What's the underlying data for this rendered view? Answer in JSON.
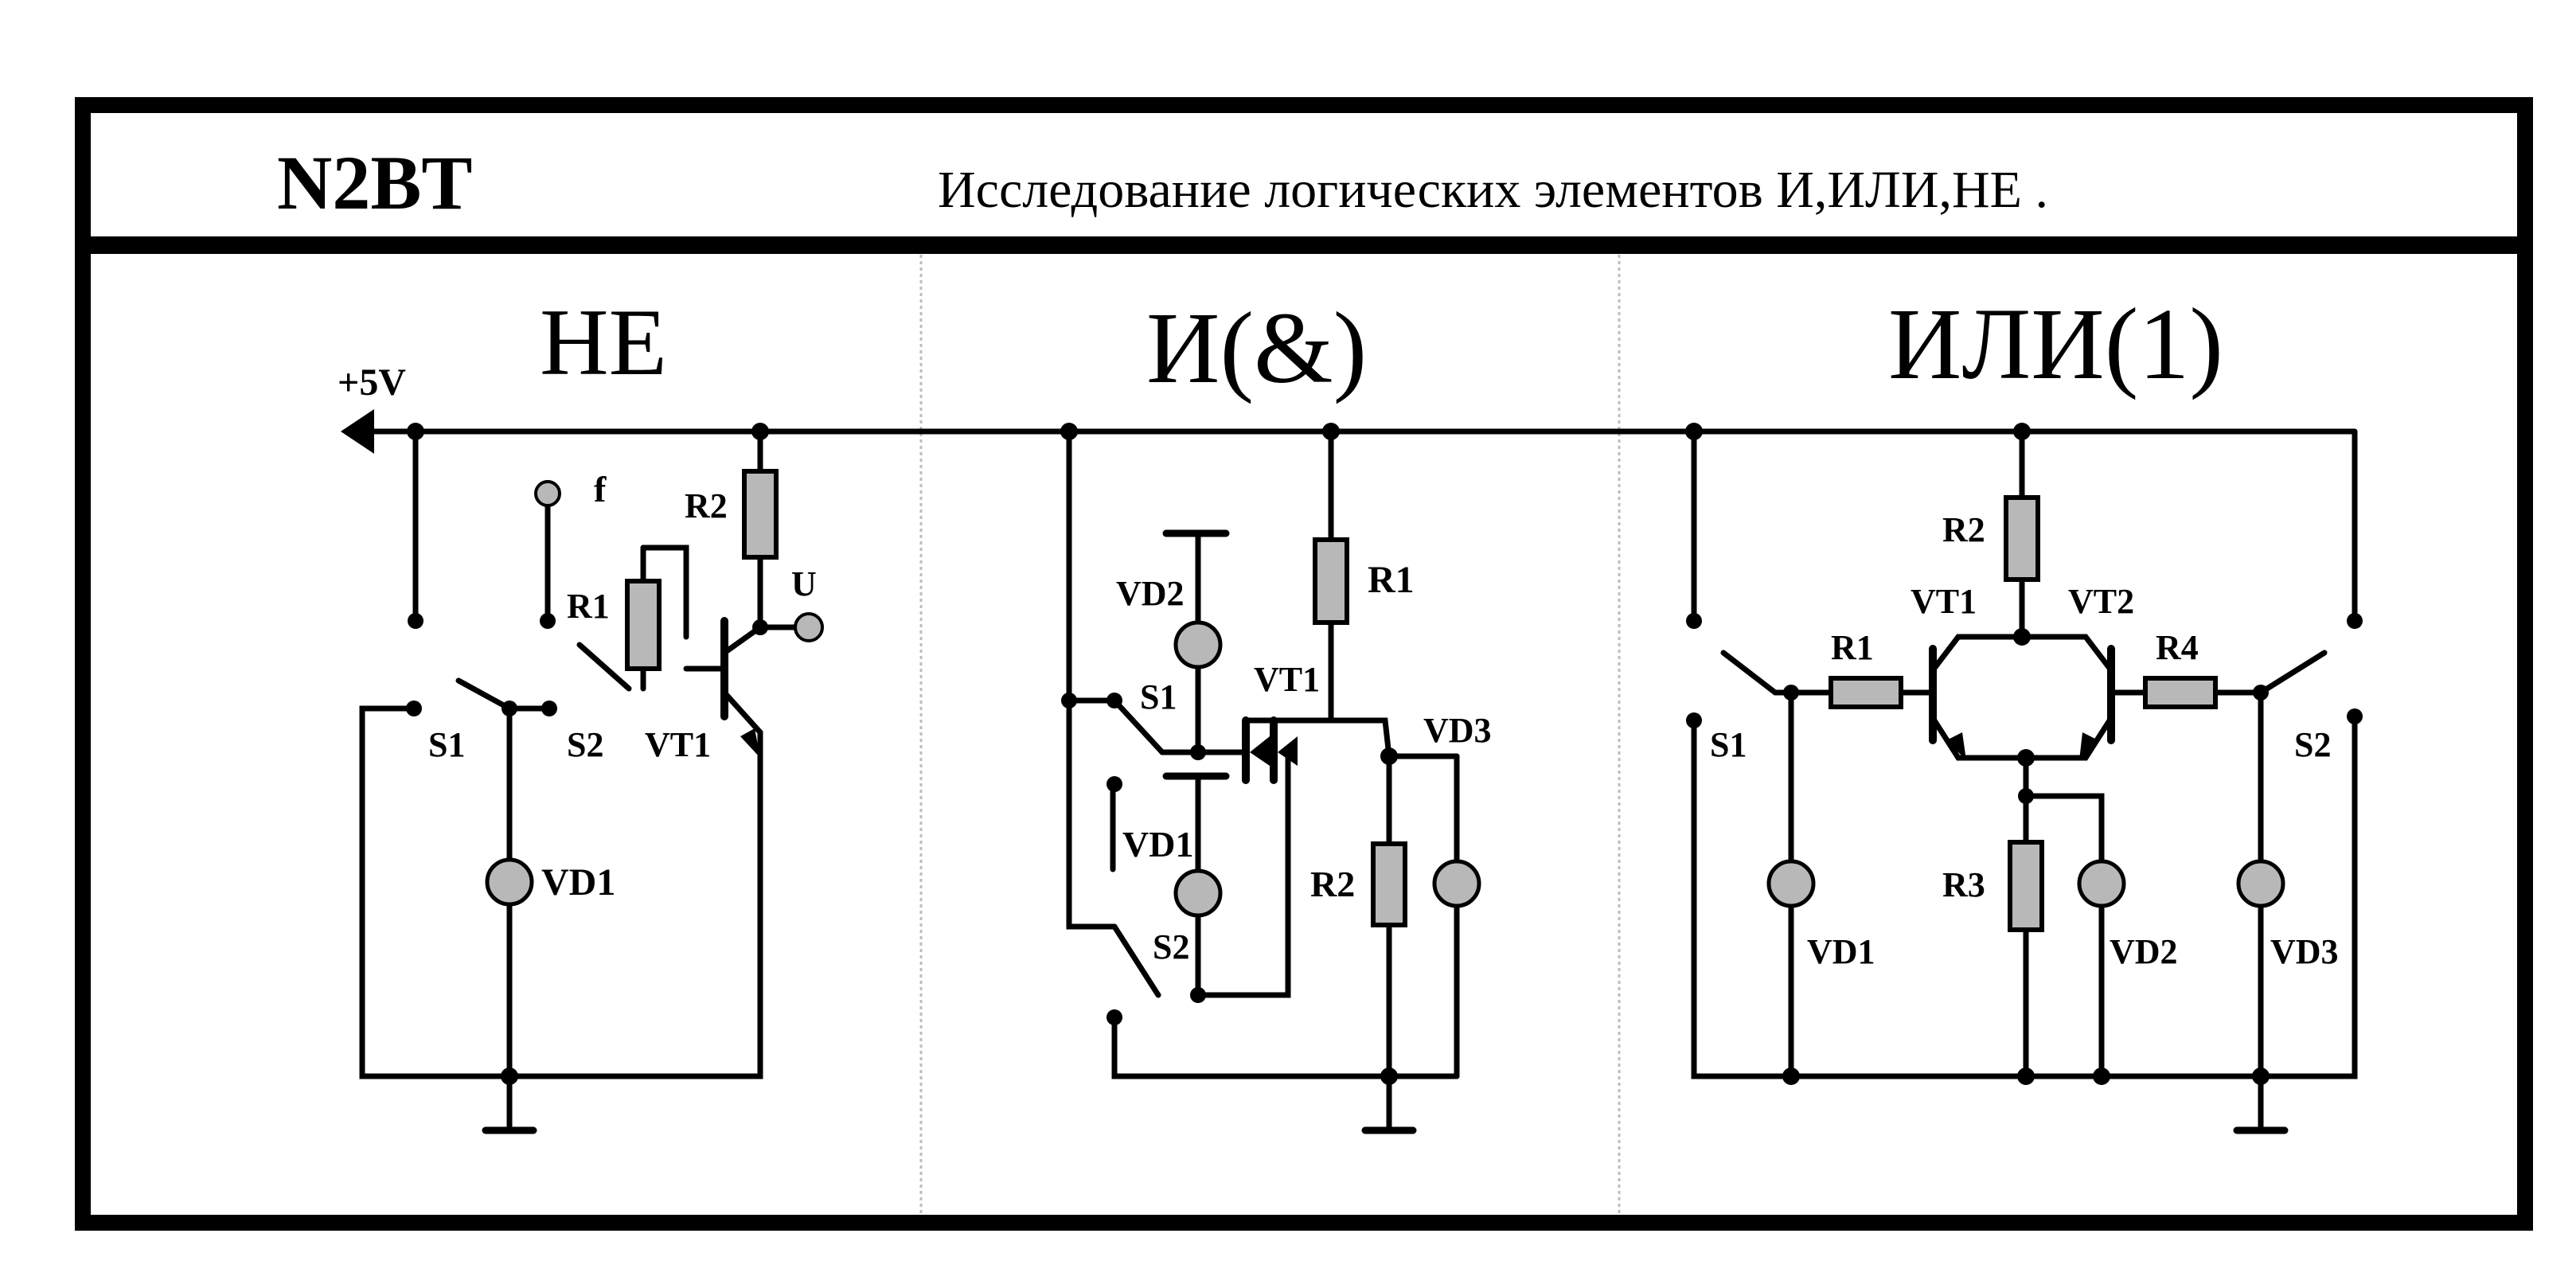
{
  "header": {
    "code": "N2BT",
    "title": "Исследование логических элементов  И,ИЛИ,НЕ ."
  },
  "panels": {
    "not": {
      "title": "НЕ"
    },
    "and": {
      "title": "И(&)"
    },
    "or": {
      "title": "ИЛИ(1)"
    }
  },
  "labels": {
    "not": {
      "supply": "+5V",
      "f": "f",
      "r1": "R1",
      "r2": "R2",
      "u": "U",
      "s1": "S1",
      "s2": "S2",
      "vt1": "VT1",
      "vd1": "VD1"
    },
    "and": {
      "vd2": "VD2",
      "r1": "R1",
      "s1": "S1",
      "vt1": "VT1",
      "vd3": "VD3",
      "vd1": "VD1",
      "s2": "S2",
      "r2": "R2"
    },
    "or": {
      "r2": "R2",
      "vt1": "VT1",
      "vt2": "VT2",
      "r1": "R1",
      "r4": "R4",
      "s1": "S1",
      "s2": "S2",
      "r3": "R3",
      "vd1": "VD1",
      "vd2": "VD2",
      "vd3": "VD3"
    }
  },
  "colors": {
    "ink": "#000000",
    "component_fill": "#b8b8b8",
    "background": "#ffffff",
    "divider": "#bdbdbd"
  }
}
